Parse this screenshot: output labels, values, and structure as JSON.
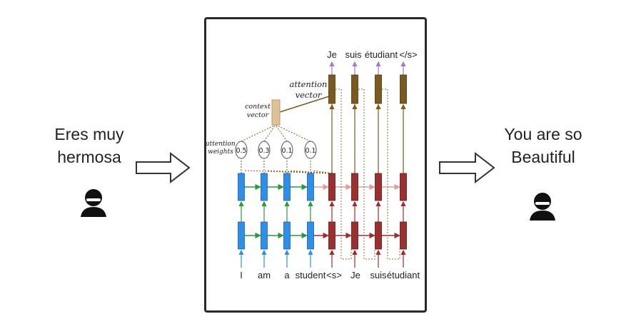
{
  "input": {
    "lines": [
      "Eres muy",
      "hermosa"
    ],
    "icon": "person-icon"
  },
  "output": {
    "lines": [
      "You are so",
      "Beautiful"
    ],
    "icon": "person-icon"
  },
  "diagram": {
    "source_tokens": [
      "I",
      "am",
      "a",
      "student"
    ],
    "target_input_tokens": [
      "<s>",
      "Je",
      "suis",
      "étudiant"
    ],
    "output_tokens": [
      "Je",
      "suis",
      "étudiant",
      "</s>"
    ],
    "attention_weights": [
      "0.5",
      "0.3",
      "0.1",
      "0.1"
    ],
    "context_vector_label": [
      "context",
      "vector"
    ],
    "attention_vector_label": [
      "attention",
      "vector"
    ],
    "attention_weights_label": [
      "attention",
      "weights"
    ],
    "colors": {
      "encoder": "#2f8fe6",
      "decoder": "#9a3030",
      "attention_vector": "#7a5a1e",
      "context_vector": "#dcc296",
      "encoder_arrow": "#2a9a3a",
      "output_arrow": "#a07cc8",
      "input_arrow": "#3a8fd0"
    }
  }
}
